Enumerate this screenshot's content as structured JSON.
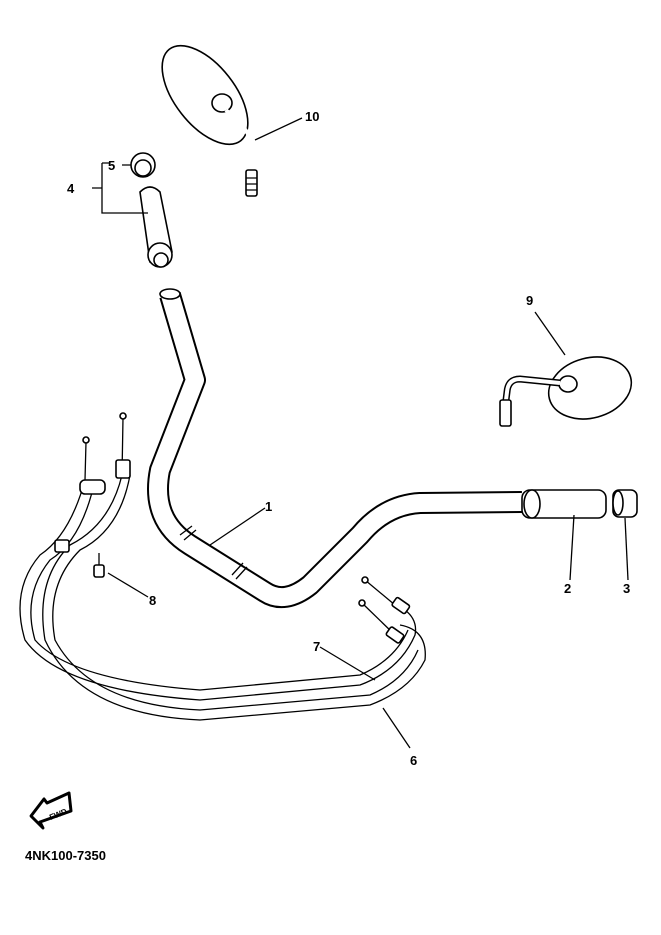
{
  "diagram": {
    "parts": [
      {
        "ref": "1",
        "name": "handlebar"
      },
      {
        "ref": "2",
        "name": "grip"
      },
      {
        "ref": "3",
        "name": "grip-end-collar"
      },
      {
        "ref": "4",
        "name": "grip-assembly"
      },
      {
        "ref": "5",
        "name": "grip-end-cap"
      },
      {
        "ref": "6",
        "name": "throttle-cable-1"
      },
      {
        "ref": "7",
        "name": "throttle-cable-2"
      },
      {
        "ref": "8",
        "name": "screw"
      },
      {
        "ref": "9",
        "name": "right-mirror"
      },
      {
        "ref": "10",
        "name": "left-mirror"
      }
    ],
    "labels": {
      "l1": "1",
      "l2": "2",
      "l3": "3",
      "l4": "4",
      "l5": "5",
      "l6": "6",
      "l7": "7",
      "l8": "8",
      "l9": "9",
      "l10": "10"
    },
    "direction_badge": "FWD",
    "figure_code": "4NK100-7350"
  }
}
